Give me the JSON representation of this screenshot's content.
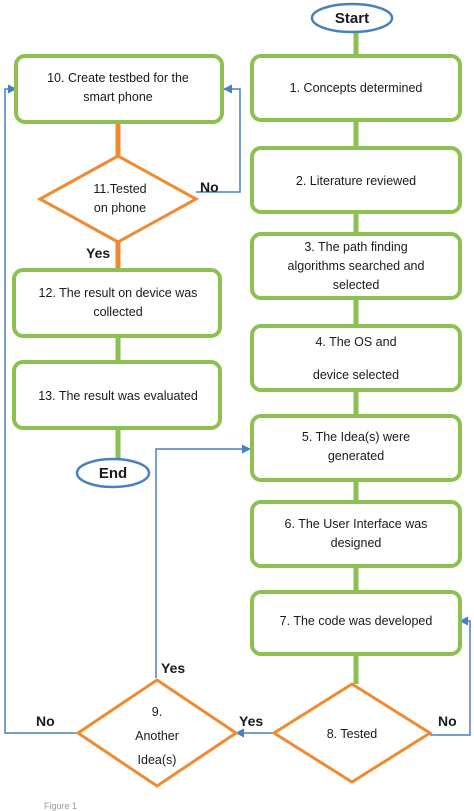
{
  "terminals": {
    "start": "Start",
    "end": "End"
  },
  "nodes": {
    "n1": [
      "1. Concepts determined"
    ],
    "n2": [
      "2. Literature reviewed"
    ],
    "n3": [
      "3. The path finding",
      "algorithms searched and",
      "selected"
    ],
    "n4": [
      "4. The OS and",
      "device selected"
    ],
    "n5": [
      "5. The Idea(s) were",
      "generated"
    ],
    "n6": [
      "6. The User Interface was",
      "designed"
    ],
    "n7": [
      "7. The code was developed"
    ],
    "n10": [
      "10. Create testbed for the",
      "smart phone"
    ],
    "n12": [
      "12. The result on device was",
      "collected"
    ],
    "n13": [
      "13. The result was evaluated"
    ]
  },
  "decisions": {
    "d8": [
      "8. Tested"
    ],
    "d9": [
      "9.",
      "Another",
      "Idea(s)"
    ],
    "d11": [
      "11.Tested",
      "on phone"
    ]
  },
  "edge_labels": {
    "d8_no": "No",
    "d8_yes": "Yes",
    "d9_yes": "Yes",
    "d9_no": "No",
    "d11_no": "No",
    "d11_yes": "Yes"
  },
  "caption": "Figure 1"
}
